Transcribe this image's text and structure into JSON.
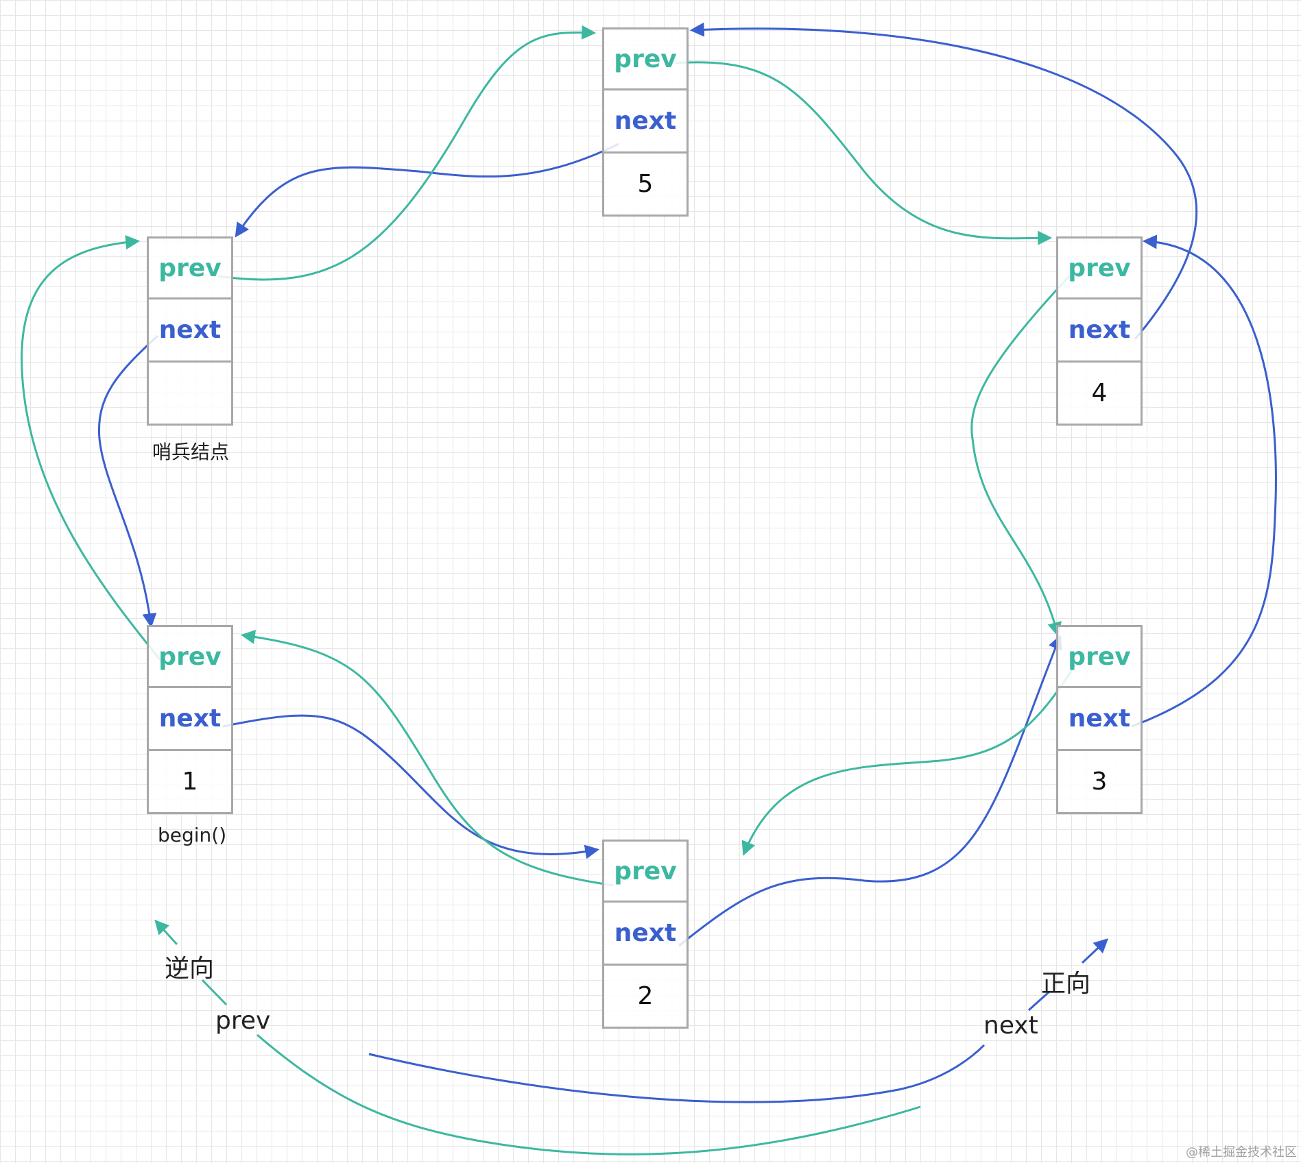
{
  "nodes": {
    "sentinel": {
      "prev": "prev",
      "next": "next",
      "value": "",
      "caption": "哨兵结点"
    },
    "n1": {
      "prev": "prev",
      "next": "next",
      "value": "1",
      "caption": "begin()"
    },
    "n2": {
      "prev": "prev",
      "next": "next",
      "value": "2"
    },
    "n3": {
      "prev": "prev",
      "next": "next",
      "value": "3"
    },
    "n4": {
      "prev": "prev",
      "next": "next",
      "value": "4"
    },
    "n5": {
      "prev": "prev",
      "next": "next",
      "value": "5"
    }
  },
  "legend": {
    "reverse": "逆向",
    "reverse_label": "prev",
    "forward": "正向",
    "forward_label": "next"
  },
  "colors": {
    "prev_link": "#3db8a0",
    "next_link": "#3a5fcf",
    "cell_border": "#a8a8a8"
  },
  "watermark": "@稀土掘金技术社区"
}
